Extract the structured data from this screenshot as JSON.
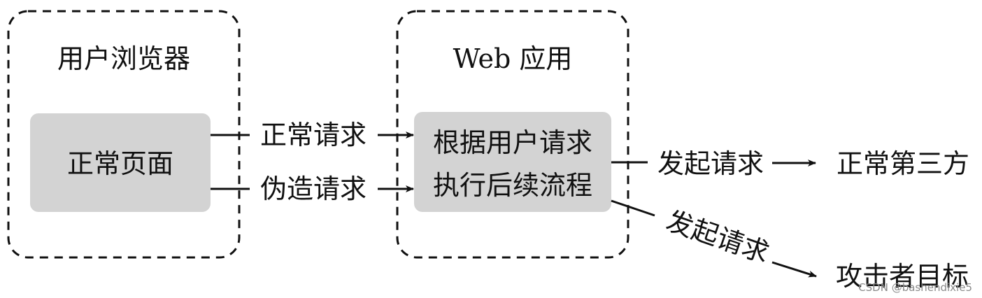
{
  "zones": {
    "browser": {
      "title": "用户浏览器"
    },
    "webapp": {
      "title": "Web 应用"
    }
  },
  "nodes": {
    "normal_page": {
      "label": "正常页面"
    },
    "process": {
      "line1": "根据用户请求",
      "line2": "执行后续流程"
    }
  },
  "edges": {
    "normal_request": {
      "label": "正常请求"
    },
    "forged_request": {
      "label": "伪造请求"
    },
    "issue_to_normal": {
      "label": "发起请求"
    },
    "issue_to_attacker": {
      "label": "发起请求"
    }
  },
  "targets": {
    "normal_third_party": {
      "label": "正常第三方"
    },
    "attacker_target": {
      "label": "攻击者目标"
    }
  },
  "watermark": "CSDN @bashendixie5",
  "colors": {
    "box_fill": "#d3d3d3",
    "stroke": "#111111",
    "watermark": "#8a8a8a"
  }
}
